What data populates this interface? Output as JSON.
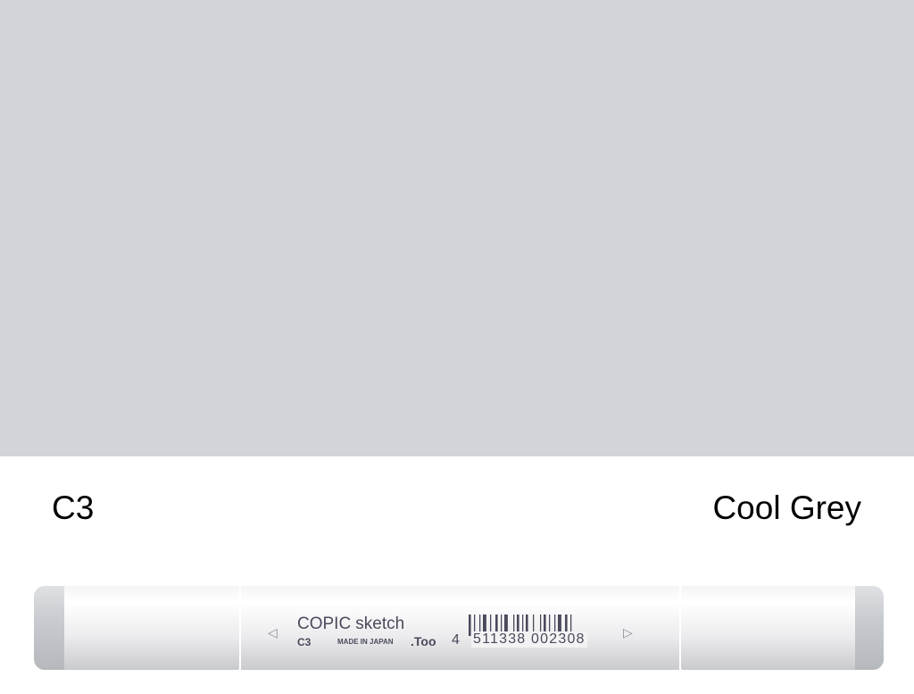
{
  "swatch_color": "#d1d5d9",
  "color_code": "C3",
  "color_name": "Cool Grey",
  "marker": {
    "brand": "COPIC",
    "product": "sketch",
    "code": "C3",
    "made_in": "MADE IN JAPAN",
    "maker": ".Too",
    "barcode_prefix": "4",
    "barcode_digits": "511338 002308"
  }
}
